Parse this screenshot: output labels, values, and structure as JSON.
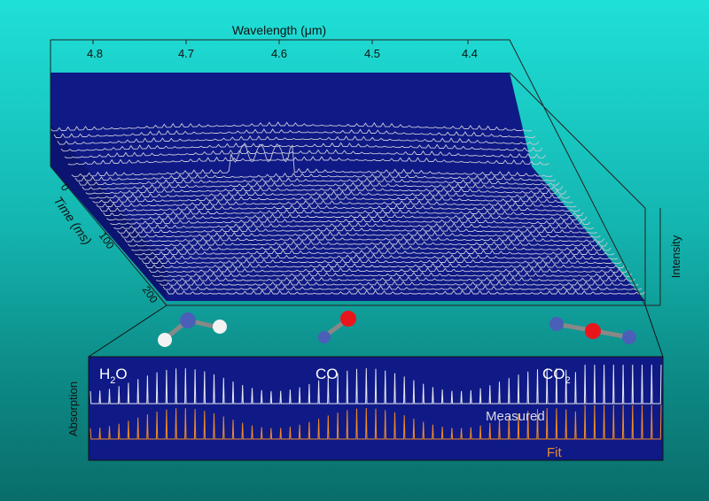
{
  "top_plot": {
    "x_axis_title": "Wavelength (μm)",
    "x_ticks": [
      "4.8",
      "4.7",
      "4.6",
      "4.5",
      "4.4"
    ],
    "y_axis_title": "Time (ms)",
    "y_ticks": [
      "0",
      "100",
      "200"
    ],
    "z_axis_title": "Intensity"
  },
  "bottom_panel": {
    "y_axis_title": "Absorption",
    "species": [
      {
        "name": "H",
        "sub": "2",
        "suffix": "O"
      },
      {
        "name": "CO",
        "sub": "",
        "suffix": ""
      },
      {
        "name": "CO",
        "sub": "2",
        "suffix": ""
      }
    ],
    "legend_measured": "Measured",
    "legend_fit": "Fit",
    "measured_color": "#e6e6f0",
    "fit_color": "#f08a2a"
  },
  "colors": {
    "panel": "#0f1a86",
    "trace": "#c8c8d8",
    "bg_top": "#1fe0d8",
    "bg_bottom": "#0a6d6a"
  },
  "molecules": [
    {
      "name": "water",
      "atoms": [
        "oxygen",
        "hydrogen",
        "hydrogen"
      ]
    },
    {
      "name": "carbon-monoxide",
      "atoms": [
        "carbon",
        "oxygen"
      ]
    },
    {
      "name": "carbon-dioxide",
      "atoms": [
        "oxygen",
        "carbon",
        "oxygen"
      ]
    }
  ]
}
